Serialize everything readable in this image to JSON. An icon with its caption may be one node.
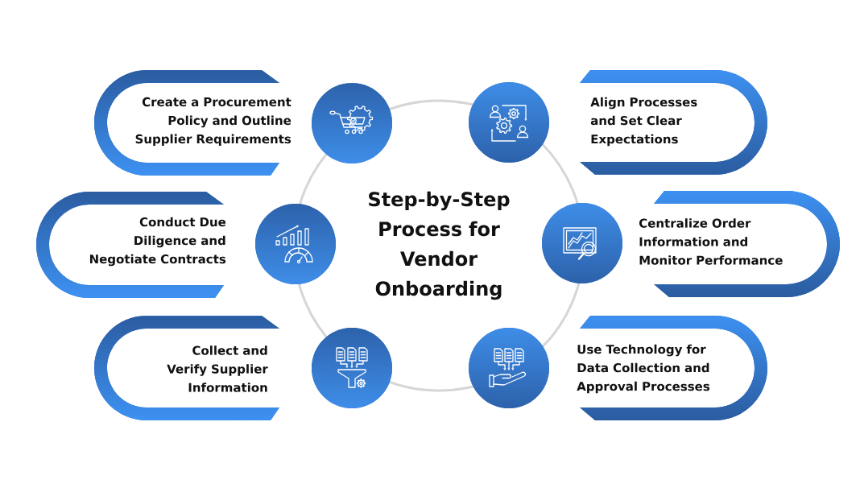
{
  "diagram": {
    "nodes": [
      {
        "text": [
          "Create a Procurement Policy and Outline Supplier Requirements"
        ]
      },
      {
        "text": [],
        "shape": "circle"
      },
      {
        "text": [],
        "shape": "circle"
      },
      {
        "text": [
          "Align Processes and Set Clear Expectations"
        ]
      },
      {
        "text": [
          "Conduct Due Diligence and Negotiate Contracts"
        ]
      },
      {
        "text": [],
        "shape": "circle"
      },
      {
        "text": [
          "Step-by-Step Process for Vendor Onboarding"
        ]
      },
      {
        "text": [],
        "shape": "circle"
      },
      {
        "text": [
          "Centralize Order Information and Monitor Performance"
        ]
      },
      {
        "text": [
          "Collect and Verify Supplier Information"
        ]
      },
      {
        "text": [],
        "shape": "circle"
      },
      {
        "text": [],
        "shape": "circle"
      },
      {
        "text": [
          "Use Technology for Data Collection and Approval Processes"
        ]
      }
    ]
  }
}
